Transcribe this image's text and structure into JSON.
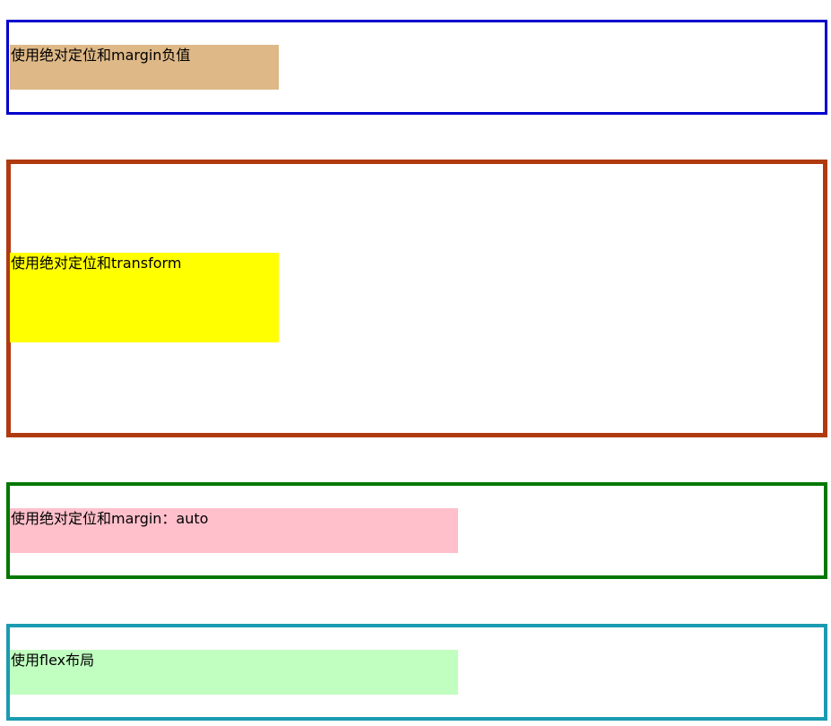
{
  "demos": [
    {
      "label": "使用绝对定位和margin负值",
      "frame_color": "#0000cc",
      "box_color": "#deb887"
    },
    {
      "label": "使用绝对定位和transform",
      "frame_color": "#b03a10",
      "box_color": "#ffff00"
    },
    {
      "label": "使用绝对定位和margin：auto",
      "frame_color": "#007800",
      "box_color": "#ffc0cb"
    },
    {
      "label": "使用flex布局",
      "frame_color": "#1a9bb0",
      "box_color": "#c1ffc1"
    }
  ]
}
